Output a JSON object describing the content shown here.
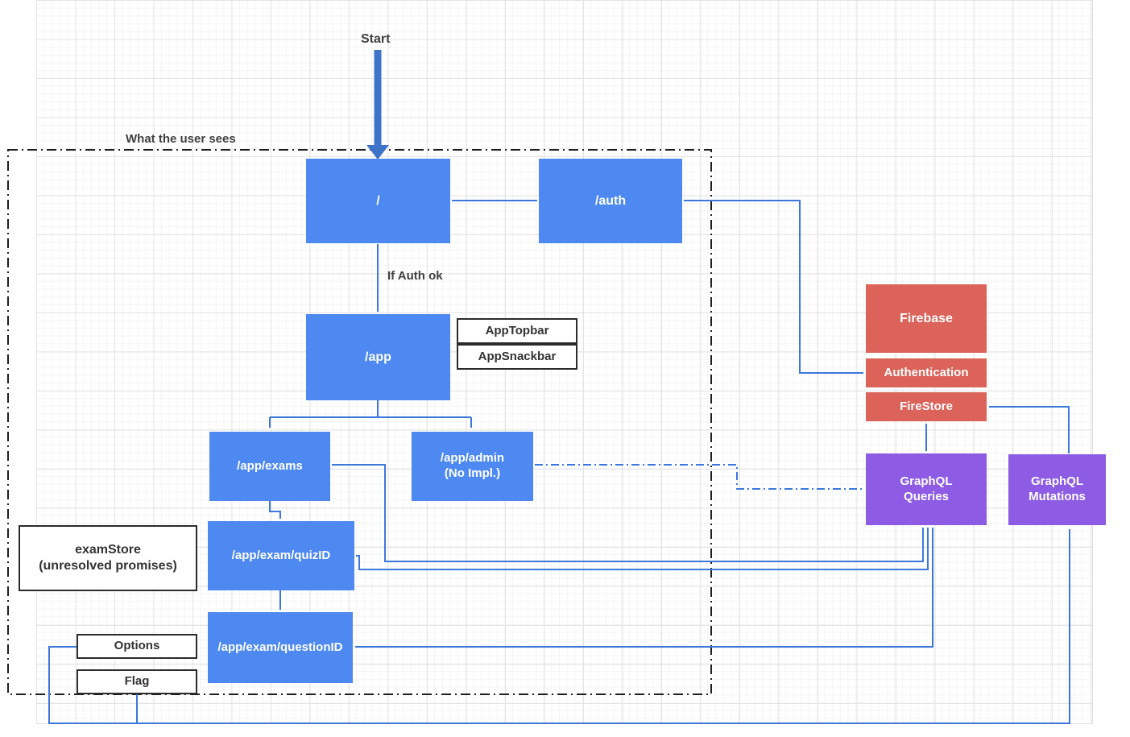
{
  "diagram": {
    "labels": {
      "start": "Start",
      "container": "What the user sees",
      "auth_condition": "If Auth ok"
    },
    "nodes": {
      "root": "/",
      "auth": "/auth",
      "app": "/app",
      "app_topbar": "AppTopbar",
      "app_snackbar": "AppSnackbar",
      "app_exams": "/app/exams",
      "app_admin": "/app/admin\n(No Impl.)",
      "exam_store": "examStore\n(unresolved promises)",
      "quiz": "/app/exam/quizID",
      "question": "/app/exam/questionID",
      "options": "Options",
      "flag": "Flag",
      "firebase": "Firebase",
      "authentication": "Authentication",
      "firestore": "FireStore",
      "graphql_queries": "GraphQL\nQueries",
      "graphql_mutations": "GraphQL\nMutations"
    },
    "colors": {
      "route_node": "#4D89F0",
      "firebase_node": "#DB6359",
      "graphql_node": "#8E5BE4",
      "connector": "#3C78DC",
      "start_arrow": "#3D74C8",
      "annotation": "#404040"
    }
  }
}
